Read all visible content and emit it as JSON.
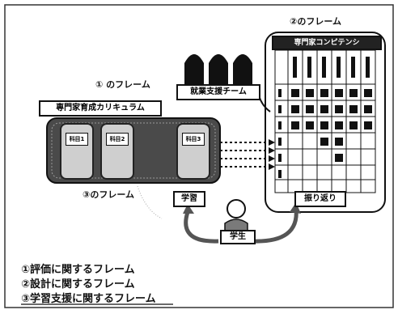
{
  "frames": {
    "frame1_label": "① のフレーム",
    "frame2_label": "②のフレーム",
    "frame3_label": "③のフレーム"
  },
  "boxes": {
    "curriculum": "専門家育成カリキュラム",
    "support_team": "就業支援チーム",
    "competency": "専門家コンピテンシ",
    "learning": "学習",
    "reflection": "振り返り",
    "learner": "学生"
  },
  "units": [
    "科目1",
    "科目2",
    "科目3"
  ],
  "legend": [
    "①評価に関するフレーム",
    "②設計に関するフレーム",
    "③学習支援に関するフレーム"
  ],
  "colors": {
    "ink": "#111111",
    "card": "#bdbdbd",
    "frame": "#333333"
  }
}
